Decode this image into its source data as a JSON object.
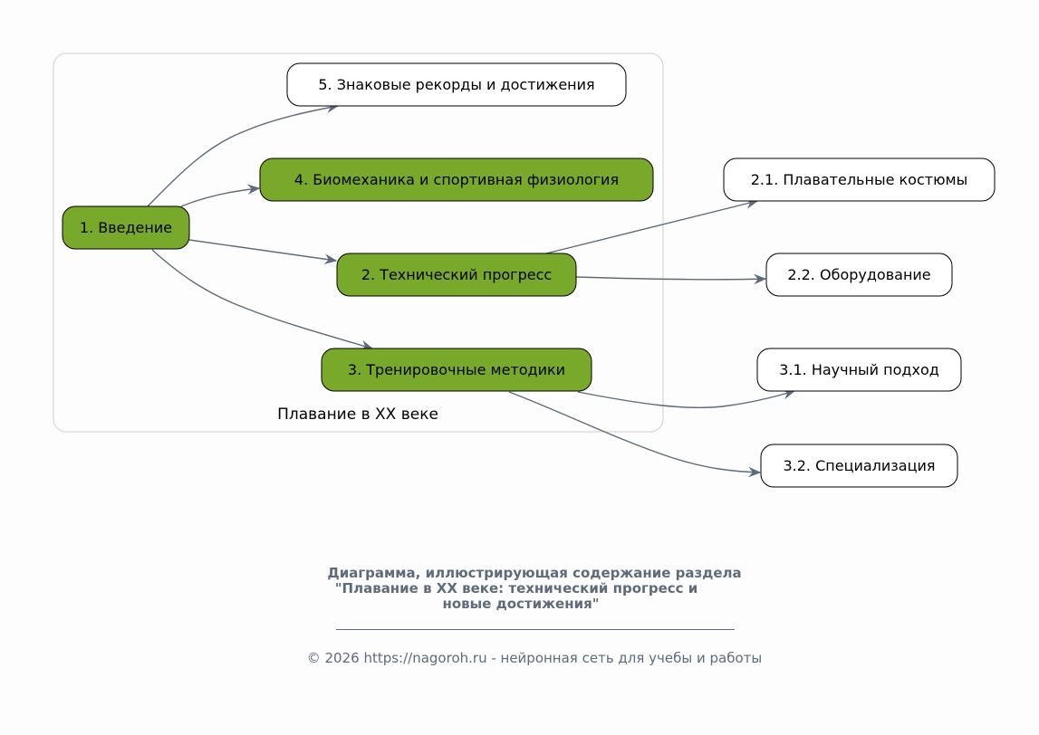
{
  "cluster": {
    "label": "Плавание в XX веке"
  },
  "nodes": {
    "n1": "1. Введение",
    "n2": "2. Технический прогресс",
    "n3": "3. Тренировочные методики",
    "n4": "4. Биомеханика и спортивная физиология",
    "n5": "5. Знаковые рекорды и достижения",
    "n21": "2.1. Плавательные костюмы",
    "n22": "2.2. Оборудование",
    "n31": "3.1. Научный подход",
    "n32": "3.2. Специализация"
  },
  "caption": {
    "title_line1": "Диаграмма, иллюстрирующая содержание раздела",
    "title_line2": "\"Плавание в XX веке: технический прогресс и",
    "title_line3": "новые достижения\"",
    "footer": "© 2026 https://nagoroh.ru - нейронная сеть для учебы и работы"
  },
  "colors": {
    "green": "#78a92a",
    "edge": "#5e6b7a",
    "text_muted": "#5e6b7a"
  }
}
